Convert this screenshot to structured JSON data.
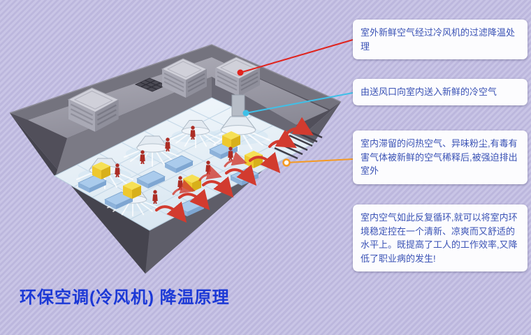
{
  "page": {
    "title": "环保空调(冷风机) 降温原理"
  },
  "callouts": [
    {
      "text": "室外新鲜空气经过冷风机的过滤降温处理",
      "connector_color": "#e0241e"
    },
    {
      "text": "由送风口向室内送入新鲜的冷空气",
      "connector_color": "#3fc0e8"
    },
    {
      "text": "室内滞留的闷热空气、异味粉尘,有毒有害气体被新鲜的空气稀释后,被强迫排出室外",
      "connector_color": "#f59a23"
    },
    {
      "text": "室内空气如此反复循环,就可以将室内环境稳定控在一个清新、凉爽而又舒适的水平上。既提高了工人的工作效率,又降低了职业病的发生!",
      "connector_color": ""
    }
  ],
  "colors": {
    "background": "#c6c2e3",
    "background_stripe": "#bab5db",
    "callout_background": "#fcfcfe",
    "callout_text": "#3a52b5",
    "title": "#1c39d6",
    "connector_red": "#e0241e",
    "connector_cyan": "#3fc0e8",
    "connector_orange": "#f59a23",
    "exhaust_arrow": "#d23b2f"
  }
}
